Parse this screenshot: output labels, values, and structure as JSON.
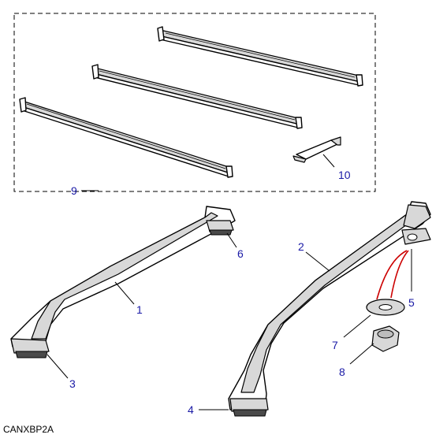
{
  "diagram_code": "CANXBP2A",
  "callouts": {
    "c1": "1",
    "c2": "2",
    "c3": "3",
    "c4": "4",
    "c5": "5",
    "c6": "6",
    "c7": "7",
    "c8": "8",
    "c9": "9",
    "c10": "10"
  },
  "colors": {
    "callout_text": "#1a1aa6",
    "highlight_leader": "#cc0000"
  }
}
